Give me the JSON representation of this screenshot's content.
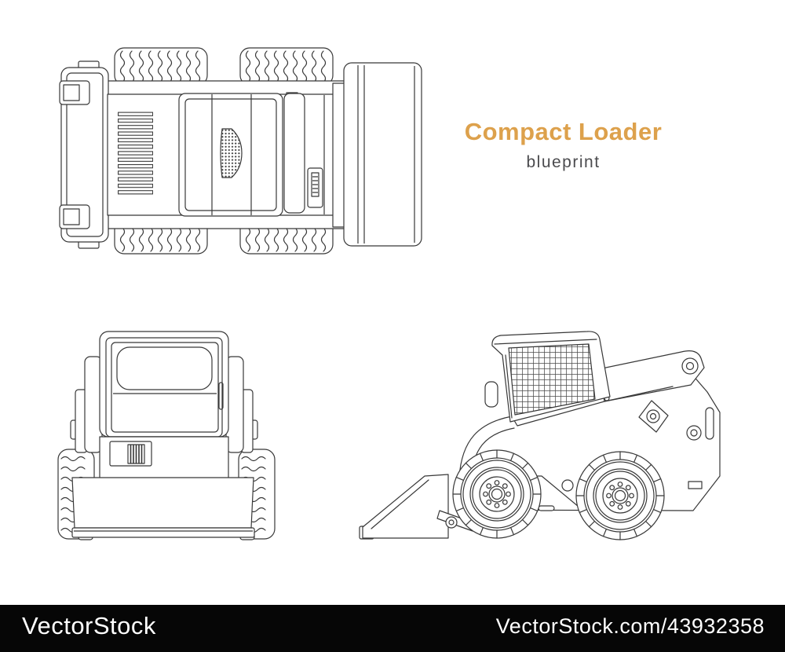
{
  "page": {
    "background_color": "#ffffff",
    "line_color": "#383838"
  },
  "title_block": {
    "title": "Compact Loader",
    "subtitle": "blueprint",
    "title_color": "#dda14c",
    "subtitle_color": "#4b4b4e"
  },
  "drawings": {
    "subject": "compact loader outline drawing",
    "views": [
      {
        "name": "top-view"
      },
      {
        "name": "front-view"
      },
      {
        "name": "side-view"
      }
    ]
  },
  "watermark_bar": {
    "background_color": "#060606",
    "text_color": "#ffffff",
    "brand": "VectorStock",
    "attribution": "VectorStock.com/43932358"
  }
}
